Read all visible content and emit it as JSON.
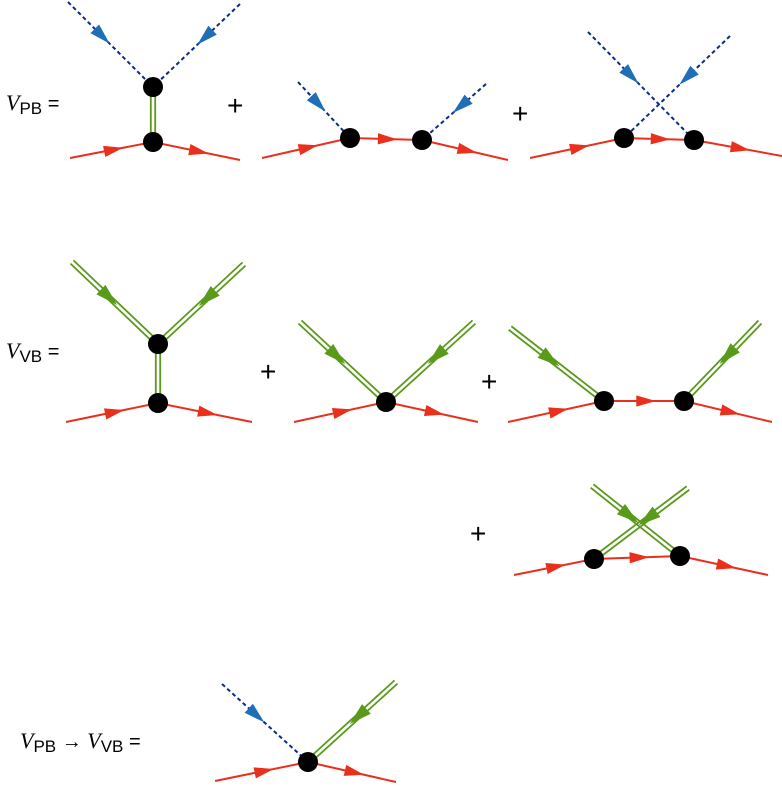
{
  "equations": [
    {
      "lhs": {
        "symbol": "V",
        "sub": "PB",
        "suffix": " ="
      }
    },
    {
      "lhs": {
        "symbol": "V",
        "sub": "VB",
        "suffix": " ="
      }
    },
    {
      "lhs": {
        "symbol": "V",
        "sub": "PB",
        "arrow": " → ",
        "symbol2": "V",
        "sub2": "VB",
        "suffix": " ="
      }
    }
  ],
  "operators": {
    "plus": "+"
  },
  "legend_colors": {
    "matter_line": "#e8301c",
    "pseudoscalar_dashed": "#0a2a8c",
    "pseudoscalar_arrow": "#1e6fb5",
    "vector_line": "#5a9a1a",
    "vertex": "#000000"
  }
}
